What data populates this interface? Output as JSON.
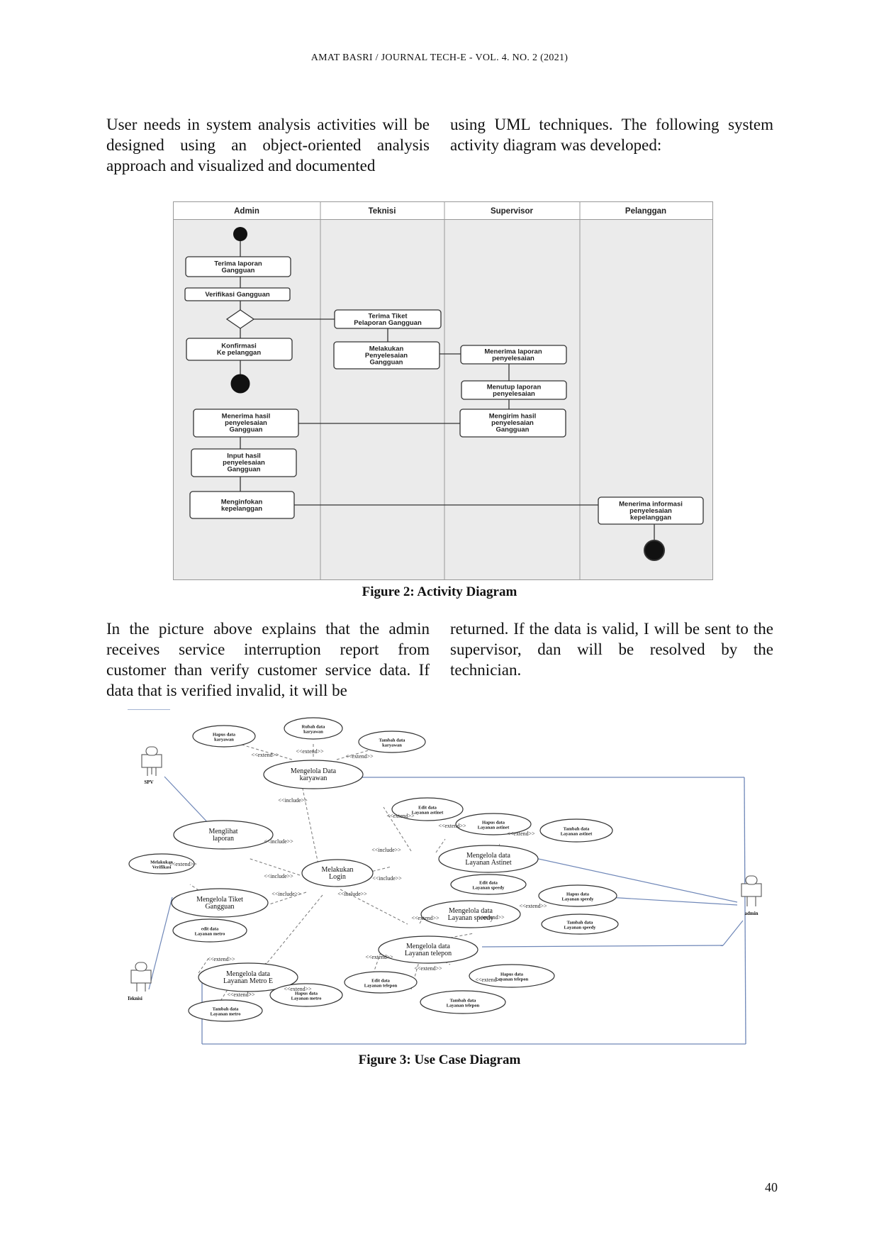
{
  "header": {
    "running_head": "AMAT BASRI / JOURNAL TECH-E - VOL. 4. NO. 2 (2021)"
  },
  "para1": {
    "left": "User needs in system analysis activities will be designed using an object-oriented analysis approach and visualized and documented",
    "right": "using UML techniques. The following system activity diagram was developed:"
  },
  "activity_diagram": {
    "lanes": [
      "Admin",
      "Teknisi",
      "Supervisor",
      "Pelanggan"
    ],
    "nodes": {
      "terima_laporan": [
        "Terima laporan",
        "Gangguan"
      ],
      "verifikasi": [
        "Verifikasi Gangguan"
      ],
      "konfirmasi": [
        "Konfirmasi",
        "Ke pelanggan"
      ],
      "terima_tiket": [
        "Terima Tiket",
        "Pelaporan Gangguan"
      ],
      "melakukan": [
        "Melakukan",
        "Penyelesaian",
        "Gangguan"
      ],
      "menerima_laporan": [
        "Menerima laporan",
        "penyelesaian"
      ],
      "menutup": [
        "Menutup laporan",
        "penyelesaian"
      ],
      "mengirim": [
        "Mengirim hasil",
        "penyelesaian",
        "Gangguan"
      ],
      "menerima_hasil": [
        "Menerima hasil",
        "penyelesaian",
        "Gangguan"
      ],
      "input_hasil": [
        "Input hasil",
        "penyelesaian",
        "Gangguan"
      ],
      "menginfokan": [
        "Menginfokan",
        "kepelanggan"
      ],
      "menerima_informasi": [
        "Menerima informasi",
        "penyelesaian",
        "kepelanggan"
      ]
    }
  },
  "figure2_caption": "Figure 2: Activity Diagram",
  "para2": {
    "left": "In the picture above explains that the admin receives  service interruption report from customer than verify customer service data. If data that is verified invalid, it will be",
    "right": "returned. If the data is valid, I will be sent to the supervisor, dan will be resolved by the technician."
  },
  "use_case_diagram": {
    "actors": {
      "spv": "SPV",
      "teknisi": "Teknisi",
      "admin": "admin"
    },
    "use_cases": {
      "ubah_karyawan": [
        "Rubah data",
        "karyawan"
      ],
      "hapus_karyawan": [
        "Hapus data",
        "karyawan"
      ],
      "tambah_karyawan": [
        "Tambah data",
        "karyawan"
      ],
      "mengelola_karyawan": [
        "Mengelola Data",
        "karyawan"
      ],
      "edit_astinet": [
        "Edit data",
        "Layanan astinet"
      ],
      "hapus_astinet": [
        "Hapus data",
        "Layanan astinet"
      ],
      "tambah_astinet": [
        "Tambah data",
        "Layanan astinet"
      ],
      "melihat_laporan": [
        "Menglihat",
        "laporan"
      ],
      "mengelola_astinet": [
        "Mengelola data",
        "Layanan Astinet"
      ],
      "melakukan_verifikasi": [
        "Melakukan",
        "Verifikasi"
      ],
      "login": [
        "Melakukan",
        "Login"
      ],
      "edit_speedy": [
        "Edit data",
        "Layanan speedy"
      ],
      "hapus_speedy": [
        "Hapus data",
        "Layanan speedy"
      ],
      "mengelola_tiket": [
        "Mengelola Tiket",
        "Gangguan"
      ],
      "mengelola_speedy": [
        "Mengelola data",
        "Layanan speedy"
      ],
      "tambah_speedy": [
        "Tambah data",
        "Layanan speedy"
      ],
      "edit_metro": [
        "edit data",
        "Layanan metro"
      ],
      "mengelola_telepon": [
        "Mengelola data",
        "Layanan telepon"
      ],
      "mengelola_metro": [
        "Mengelola data",
        "Layanan Metro E"
      ],
      "hapus_telepon": [
        "Hapus data",
        "Layanan telepon"
      ],
      "edit_telepon": [
        "Edit data",
        "Layanan telepon"
      ],
      "hapus_metro": [
        "Hapus data",
        "Layanan metro"
      ],
      "tambah_telepon": [
        "Tambah data",
        "Layanan telepon"
      ],
      "tambah_metro": [
        "Tambah data",
        "Layanan metro"
      ]
    },
    "stereotypes": {
      "include": "<<include>>",
      "extend": "<<extend>>"
    }
  },
  "figure3_caption": "Figure 3: Use Case Diagram",
  "page_number": "40"
}
